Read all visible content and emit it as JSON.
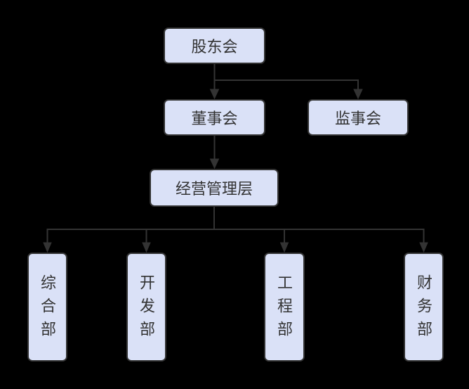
{
  "diagram": {
    "type": "org-chart",
    "nodes": [
      {
        "id": "shareholders",
        "label": "股东会",
        "level": 1
      },
      {
        "id": "board",
        "label": "董事会",
        "level": 2
      },
      {
        "id": "supervisory",
        "label": "监事会",
        "level": 2
      },
      {
        "id": "management",
        "label": "经营管理层",
        "level": 3
      },
      {
        "id": "general-dept",
        "label": "综合部",
        "level": 4
      },
      {
        "id": "development-dept",
        "label": "开发部",
        "level": 4
      },
      {
        "id": "engineering-dept",
        "label": "工程部",
        "level": 4
      },
      {
        "id": "finance-dept",
        "label": "财务部",
        "level": 4
      }
    ],
    "edges": [
      {
        "from": "股东会",
        "to": "董事会",
        "arrow": "down"
      },
      {
        "from": "股东会",
        "to": "监事会",
        "arrow": "down"
      },
      {
        "from": "董事会",
        "to": "经营管理层",
        "arrow": "down"
      },
      {
        "from": "经营管理层",
        "to": "综合部",
        "arrow": "down"
      },
      {
        "from": "经营管理层",
        "to": "开发部",
        "arrow": "down"
      },
      {
        "from": "经营管理层",
        "to": "工程部",
        "arrow": "down"
      },
      {
        "from": "经营管理层",
        "to": "财务部",
        "arrow": "down"
      }
    ],
    "colors": {
      "background": "#000000",
      "node_fill": "#dae1f7",
      "node_border": "#333333",
      "connector": "#333333",
      "text": "#333333"
    }
  }
}
